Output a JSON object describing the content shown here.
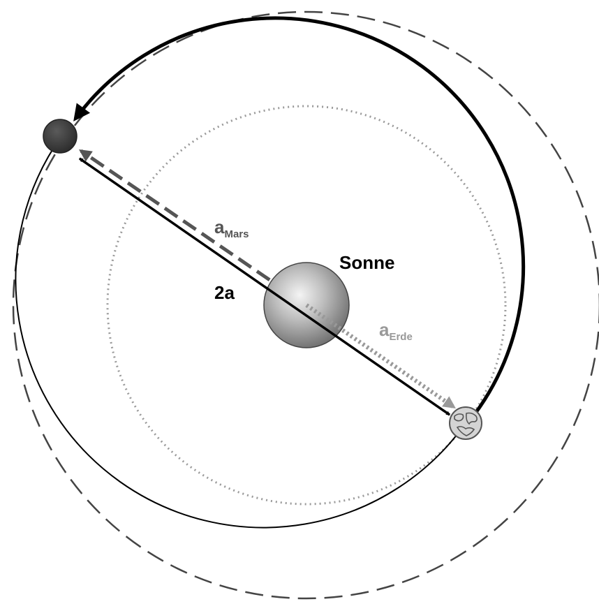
{
  "labels": {
    "sun": "Sonne",
    "major_axis": "2a",
    "a_mars_main": "a",
    "a_mars_sub": "Mars",
    "a_earth_main": "a",
    "a_earth_sub": "Erde"
  },
  "colors": {
    "mars_orbit": "#444444",
    "earth_orbit": "#9a9a9a",
    "transfer_orbit": "#000000",
    "transfer_arrow": "#000000",
    "a_mars_arrow": "#555555",
    "a_earth_arrow": "#9a9a9a",
    "label_dark": "#000000",
    "label_mars": "#555555",
    "label_earth": "#999999",
    "mars_fill": "#3c3c3c",
    "earth_fill": "#d4d4d4"
  },
  "icons": {
    "sun": "sun-icon",
    "mars": "mars-planet-icon",
    "earth": "earth-planet-icon"
  }
}
